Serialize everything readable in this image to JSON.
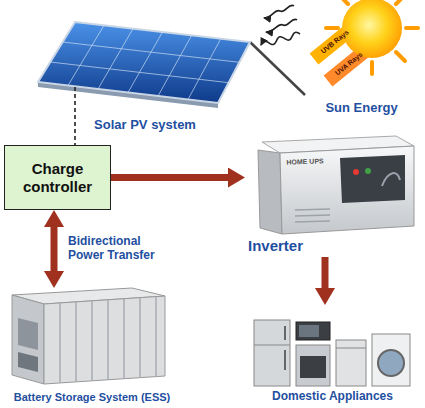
{
  "diagram": {
    "nodes": [
      {
        "text": [
          "Solar PV system"
        ]
      },
      {
        "text": [
          "Sun Energy"
        ]
      },
      {
        "text": [
          "Charge controller"
        ]
      },
      {
        "text": [
          "Inverter"
        ]
      },
      {
        "text": [
          "Battery Storage System (ESS)"
        ]
      },
      {
        "text": [
          "Domestic Appliances"
        ]
      }
    ],
    "edges": [
      {
        "from": 0,
        "to": 2,
        "arrow": "none"
      },
      {
        "from": 1,
        "to": 0,
        "arrow": "to"
      },
      {
        "from": 2,
        "to": 3,
        "arrow": "to"
      },
      {
        "from": 2,
        "to": 4,
        "arrow": "both",
        "label": "Bidirectional Power Transfer"
      },
      {
        "from": 3,
        "to": 5,
        "arrow": "to"
      }
    ],
    "labels": [
      "UVB Rays",
      "UVA Rays",
      "HOME UPS"
    ]
  }
}
